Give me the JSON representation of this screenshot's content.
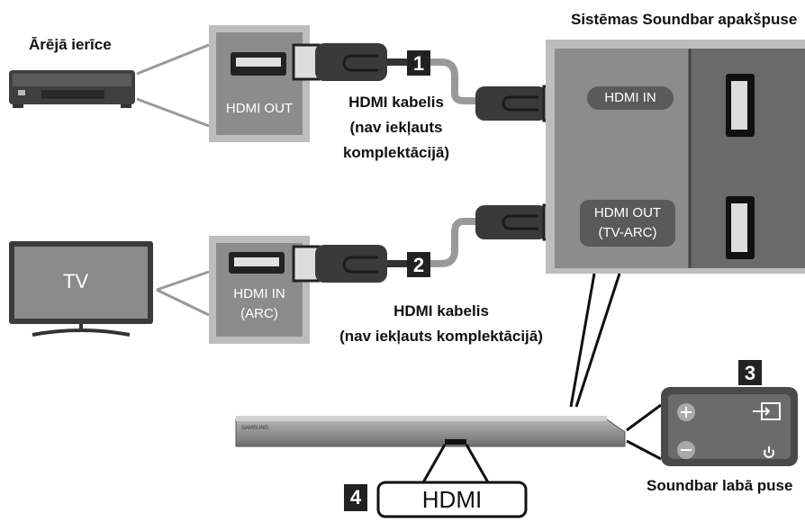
{
  "labels": {
    "external_device": "Ārējā ierīce",
    "soundbar_bottom": "Sistēmas Soundbar apakšpuse",
    "soundbar_right": "Soundbar labā puse",
    "tv": "TV"
  },
  "ports": {
    "device_out": "HDMI OUT",
    "tv_in_line1": "HDMI IN",
    "tv_in_line2": "(ARC)",
    "sb_in": "HDMI IN",
    "sb_out_line1": "HDMI OUT",
    "sb_out_line2": "(TV-ARC)"
  },
  "cables": {
    "c1_line1": "HDMI kabelis",
    "c1_line2": "(nav iekļauts",
    "c1_line3": "komplektācijā)",
    "c2_line1": "HDMI kabelis",
    "c2_line2": "(nav iekļauts komplektācijā)"
  },
  "steps": {
    "s1": "1",
    "s2": "2",
    "s3": "3",
    "s4": "4"
  },
  "display": {
    "hdmi": "HDMI"
  },
  "brand": "SAMSUNG",
  "icons": [
    "plus-icon",
    "minus-icon",
    "input-source-icon",
    "power-icon"
  ],
  "colors": {
    "panel": "#8a8a8a",
    "panel_dark": "#5a5a5a",
    "cable": "#333333",
    "badge": "#222222"
  }
}
